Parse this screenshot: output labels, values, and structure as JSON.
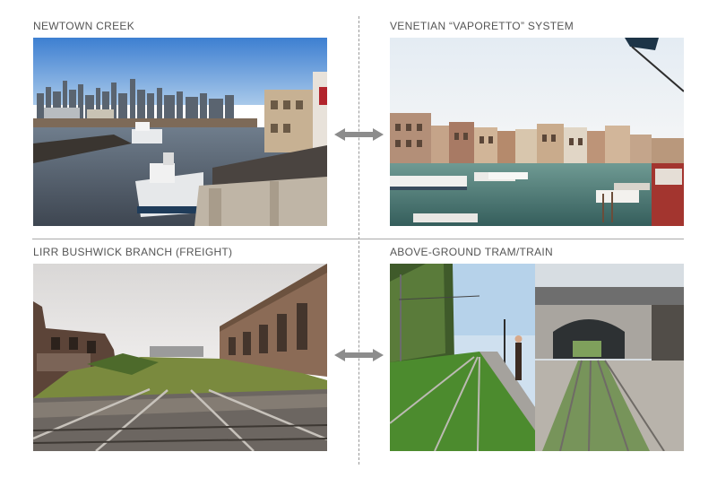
{
  "panels": [
    {
      "id": "top-left",
      "caption": "NEWTOWN CREEK"
    },
    {
      "id": "top-right",
      "caption": "VENETIAN “VAPORETTO” SYSTEM"
    },
    {
      "id": "bottom-left",
      "caption": "LIRR BUSHWICK BRANCH (FREIGHT)"
    },
    {
      "id": "bottom-right",
      "caption": "ABOVE-GROUND TRAM/TRAIN"
    }
  ],
  "colors": {
    "caption_text": "#555555",
    "divider": "#9a9a9a",
    "arrow": "#8c8c8c"
  },
  "icons": {
    "comparison_arrow": "double-headed-arrow-icon"
  }
}
